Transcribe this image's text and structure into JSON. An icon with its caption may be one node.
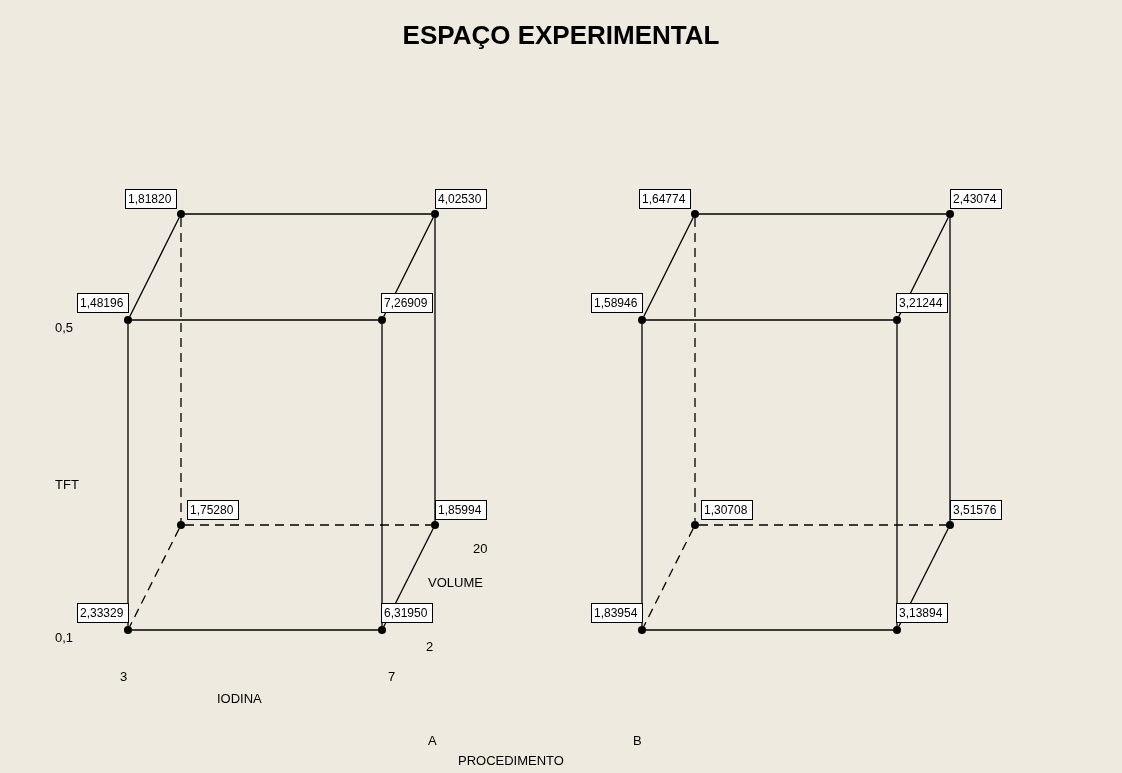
{
  "diagram": {
    "title": "ESPAÇO EXPERIMENTAL",
    "nodes": [
      {
        "text": [
          "1,81820"
        ]
      },
      {
        "text": [
          "4,02530"
        ]
      },
      {
        "text": [
          "1,48196"
        ]
      },
      {
        "text": [
          "7,26909"
        ]
      },
      {
        "text": [
          "1,75280"
        ]
      },
      {
        "text": [
          "1,85994"
        ]
      },
      {
        "text": [
          "2,33329"
        ]
      },
      {
        "text": [
          "6,31950"
        ]
      },
      {
        "text": [
          "1,64774"
        ]
      },
      {
        "text": [
          "2,43074"
        ]
      },
      {
        "text": [
          "1,58946"
        ]
      },
      {
        "text": [
          "3,21244"
        ]
      },
      {
        "text": [
          "1,30708"
        ]
      },
      {
        "text": [
          "3,51576"
        ]
      },
      {
        "text": [
          "1,83954"
        ]
      },
      {
        "text": [
          "3,13894"
        ]
      }
    ],
    "edges": [
      {
        "from": 0,
        "to": 1,
        "arrow": "none"
      },
      {
        "from": 2,
        "to": 3,
        "arrow": "none"
      },
      {
        "from": 0,
        "to": 2,
        "arrow": "none"
      },
      {
        "from": 1,
        "to": 3,
        "arrow": "none"
      },
      {
        "from": 2,
        "to": 6,
        "arrow": "none"
      },
      {
        "from": 3,
        "to": 7,
        "arrow": "none"
      },
      {
        "from": 0,
        "to": 4,
        "arrow": "none",
        "style": "dashed"
      },
      {
        "from": 1,
        "to": 5,
        "arrow": "none"
      },
      {
        "from": 4,
        "to": 5,
        "arrow": "none",
        "style": "dashed"
      },
      {
        "from": 6,
        "to": 7,
        "arrow": "none"
      },
      {
        "from": 4,
        "to": 6,
        "arrow": "none",
        "style": "dashed"
      },
      {
        "from": 5,
        "to": 7,
        "arrow": "none"
      },
      {
        "from": 8,
        "to": 9,
        "arrow": "none"
      },
      {
        "from": 10,
        "to": 11,
        "arrow": "none"
      },
      {
        "from": 8,
        "to": 10,
        "arrow": "none"
      },
      {
        "from": 9,
        "to": 11,
        "arrow": "none"
      },
      {
        "from": 10,
        "to": 14,
        "arrow": "none"
      },
      {
        "from": 11,
        "to": 15,
        "arrow": "none"
      },
      {
        "from": 8,
        "to": 12,
        "arrow": "none",
        "style": "dashed"
      },
      {
        "from": 9,
        "to": 13,
        "arrow": "none"
      },
      {
        "from": 12,
        "to": 13,
        "arrow": "none",
        "style": "dashed"
      },
      {
        "from": 14,
        "to": 15,
        "arrow": "none"
      },
      {
        "from": 12,
        "to": 14,
        "arrow": "none",
        "style": "dashed"
      },
      {
        "from": 13,
        "to": 15,
        "arrow": "none"
      }
    ],
    "labels": [
      "0,5",
      "TFT",
      "20",
      "VOLUME",
      "0,1",
      "2",
      "3",
      "7",
      "IODINA",
      "A",
      "B",
      "PROCEDIMENTO"
    ]
  }
}
